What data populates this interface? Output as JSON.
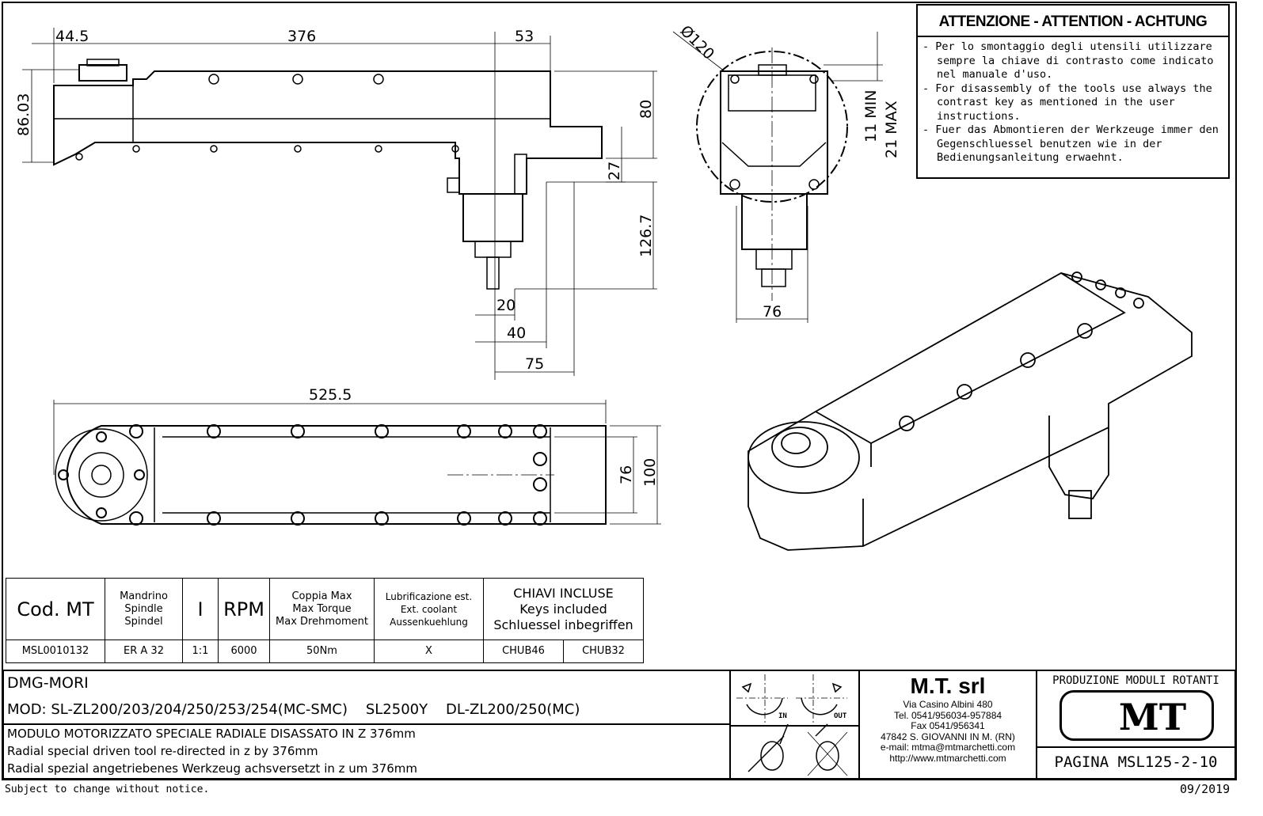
{
  "drawing": {
    "dimensions": {
      "d_44_5": "44.5",
      "d_376": "376",
      "d_53": "53",
      "d_86_03": "86.03",
      "d_80": "80",
      "d_27": "27",
      "d_126_7": "126.7",
      "d_20": "20",
      "d_40": "40",
      "d_75": "75",
      "d_120": "Ø120",
      "d_11min": "11 MIN",
      "d_21max": "21 MAX",
      "d_76_front": "76",
      "d_525_5": "525.5",
      "d_76_top": "76",
      "d_100": "100"
    }
  },
  "warning": {
    "title": "ATTENZIONE - ATTENTION - ACHTUNG",
    "lines": [
      "- Per lo smontaggio degli utensili utilizzare sempre la chiave di contrasto come indicato nel manuale d'uso.",
      "- For disassembly of the tools use always the contrast key as mentioned in the user instructions.",
      "- Fuer das Abmontieren der Werkzeuge immer den Gegenschluessel benutzen wie in der Bedienungsanleitung erwaehnt."
    ]
  },
  "spec_table": {
    "headers": {
      "cod": "Cod. MT",
      "spindle": [
        "Mandrino",
        "Spindle",
        "Spindel"
      ],
      "ratio": "I",
      "rpm": "RPM",
      "torque": [
        "Coppia Max",
        "Max Torque",
        "Max Drehmoment"
      ],
      "coolant": [
        "Lubrificazione est.",
        "Ext. coolant",
        "Aussenkuehlung"
      ],
      "keys": [
        "CHIAVI INCLUSE",
        "Keys included",
        "Schluessel inbegriffen"
      ]
    },
    "row": {
      "cod": "MSL0010132",
      "spindle": "ER A 32",
      "ratio": "1:1",
      "rpm": "6000",
      "torque": "50Nm",
      "coolant": "X",
      "key1": "CHUB46",
      "key2": "CHUB32"
    }
  },
  "title_block": {
    "machine": "DMG-MORI",
    "models": "MOD: SL-ZL200/203/204/250/253/254(MC-SMC)    SL2500Y    DL-ZL200/250(MC)",
    "desc_it": "MODULO MOTORIZZATO SPECIALE RADIALE DISASSATO IN Z 376mm",
    "desc_en": "Radial special driven tool re-directed in z by 376mm",
    "desc_de": "Radial spezial angetriebenes Werkzeug achsversetzt in z um 376mm",
    "rot_in": "IN",
    "rot_out": "OUT",
    "company": {
      "name": "M.T. srl",
      "address": "Via Casino Albini 480",
      "tel": "Tel. 0541/956034-957884",
      "fax": "Fax 0541/956341",
      "city": "47842 S. GIOVANNI IN M. (RN)",
      "email": "e-mail: mtma@mtmarchetti.com",
      "web": "http://www.mtmarchetti.com"
    },
    "production": "PRODUZIONE MODULI ROTANTI",
    "logo": "MT",
    "page": "PAGINA MSL125-2-10"
  },
  "footer": {
    "notice": "Subject to change without notice.",
    "date": "09/2019"
  }
}
